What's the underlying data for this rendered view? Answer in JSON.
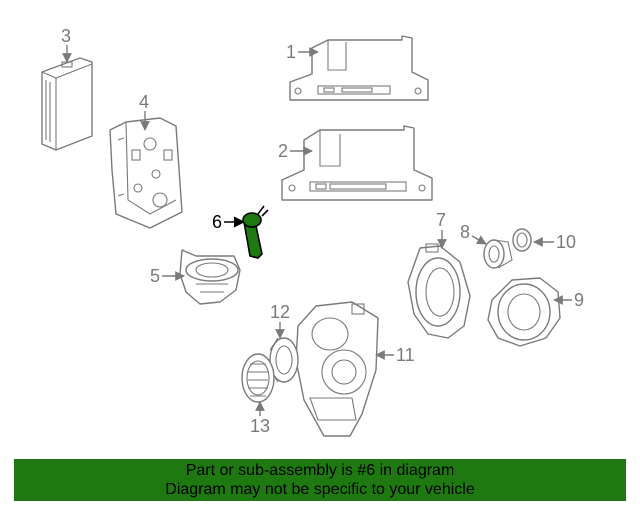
{
  "diagram": {
    "callouts": [
      "1",
      "2",
      "3",
      "4",
      "5",
      "6",
      "7",
      "8",
      "9",
      "10",
      "11",
      "12",
      "13"
    ],
    "highlighted_part": "6",
    "highlight_color": "#1e7a10"
  },
  "banner": {
    "line1": "Part or sub-assembly is #6 in diagram",
    "line2": "Diagram may not be specific to your vehicle",
    "color": "#1e7a10"
  }
}
